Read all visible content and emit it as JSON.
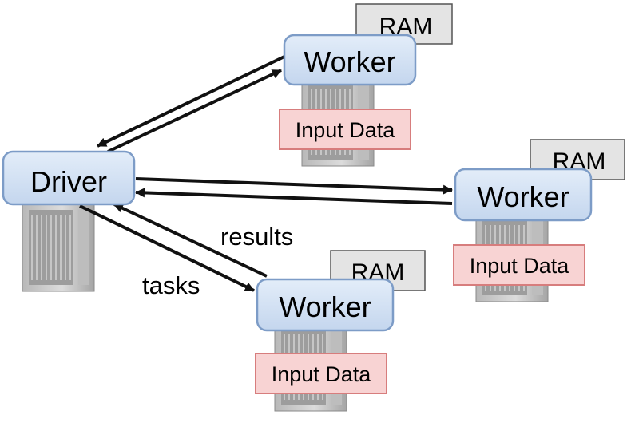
{
  "driver": {
    "label": "Driver"
  },
  "workers": [
    {
      "label": "Worker",
      "ram_label": "RAM",
      "data_label": "Input Data"
    },
    {
      "label": "Worker",
      "ram_label": "RAM",
      "data_label": "Input Data"
    },
    {
      "label": "Worker",
      "ram_label": "RAM",
      "data_label": "Input Data"
    }
  ],
  "edge_labels": {
    "results": "results",
    "tasks": "tasks"
  },
  "colors": {
    "node_fill": "#d5e3f5",
    "node_stroke": "#7d9cc7",
    "ram_fill": "#e4e4e4",
    "ram_stroke": "#555555",
    "input_fill": "#f8d3d3",
    "input_stroke": "#d77d7d",
    "arrow": "#111111",
    "server_body": "#c4c4c4",
    "server_dark": "#8f8f8f"
  }
}
